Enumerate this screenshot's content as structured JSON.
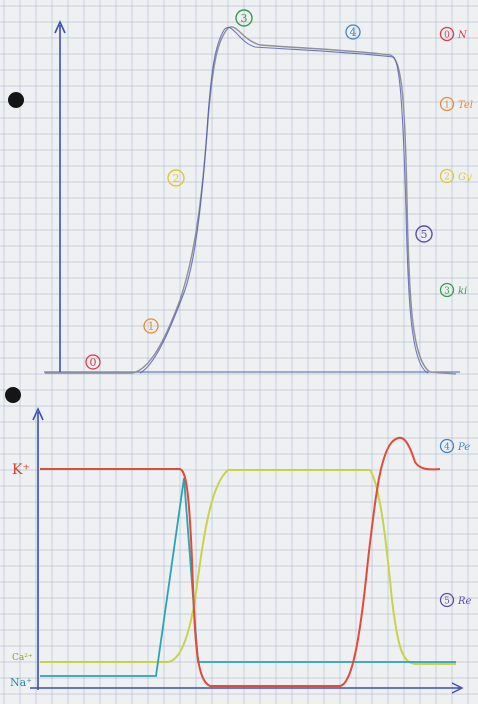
{
  "colors": {
    "paper": "#eef0f1",
    "grid": "#8aa1bf",
    "axis": "#3a4fb8",
    "ap_curve": "#8f9099",
    "ap_curve_dark": "#4d58b5",
    "k": "#e24a3a",
    "na": "#2aa3b5",
    "ca": "#c9d24b",
    "red_phase": "#d93a4c",
    "orange_phase": "#e98a3a",
    "yellow_phase": "#e0c640",
    "green_phase": "#3a9a54",
    "blue_phase": "#3f86c8",
    "purple_phase": "#5a4fb0"
  },
  "labels": {
    "k_plus": "K⁺",
    "ca2_plus": "Ca²⁺",
    "na_plus": "Na⁺",
    "phase0": "0",
    "phase1": "1",
    "phase2": "2",
    "phase3": "3",
    "phase4": "4",
    "phase5": "5"
  },
  "legend": [
    {
      "num": "0",
      "text": "N",
      "color": "#d93a4c"
    },
    {
      "num": "1",
      "text": "Tel",
      "color": "#e98a3a"
    },
    {
      "num": "2",
      "text": "Gy",
      "color": "#e0c640"
    },
    {
      "num": "3",
      "text": "ki",
      "color": "#3a9a54"
    },
    {
      "num": "4",
      "text": "Pe",
      "color": "#3f86c8"
    },
    {
      "num": "5",
      "text": "Re",
      "color": "#5a4fb0"
    }
  ]
}
